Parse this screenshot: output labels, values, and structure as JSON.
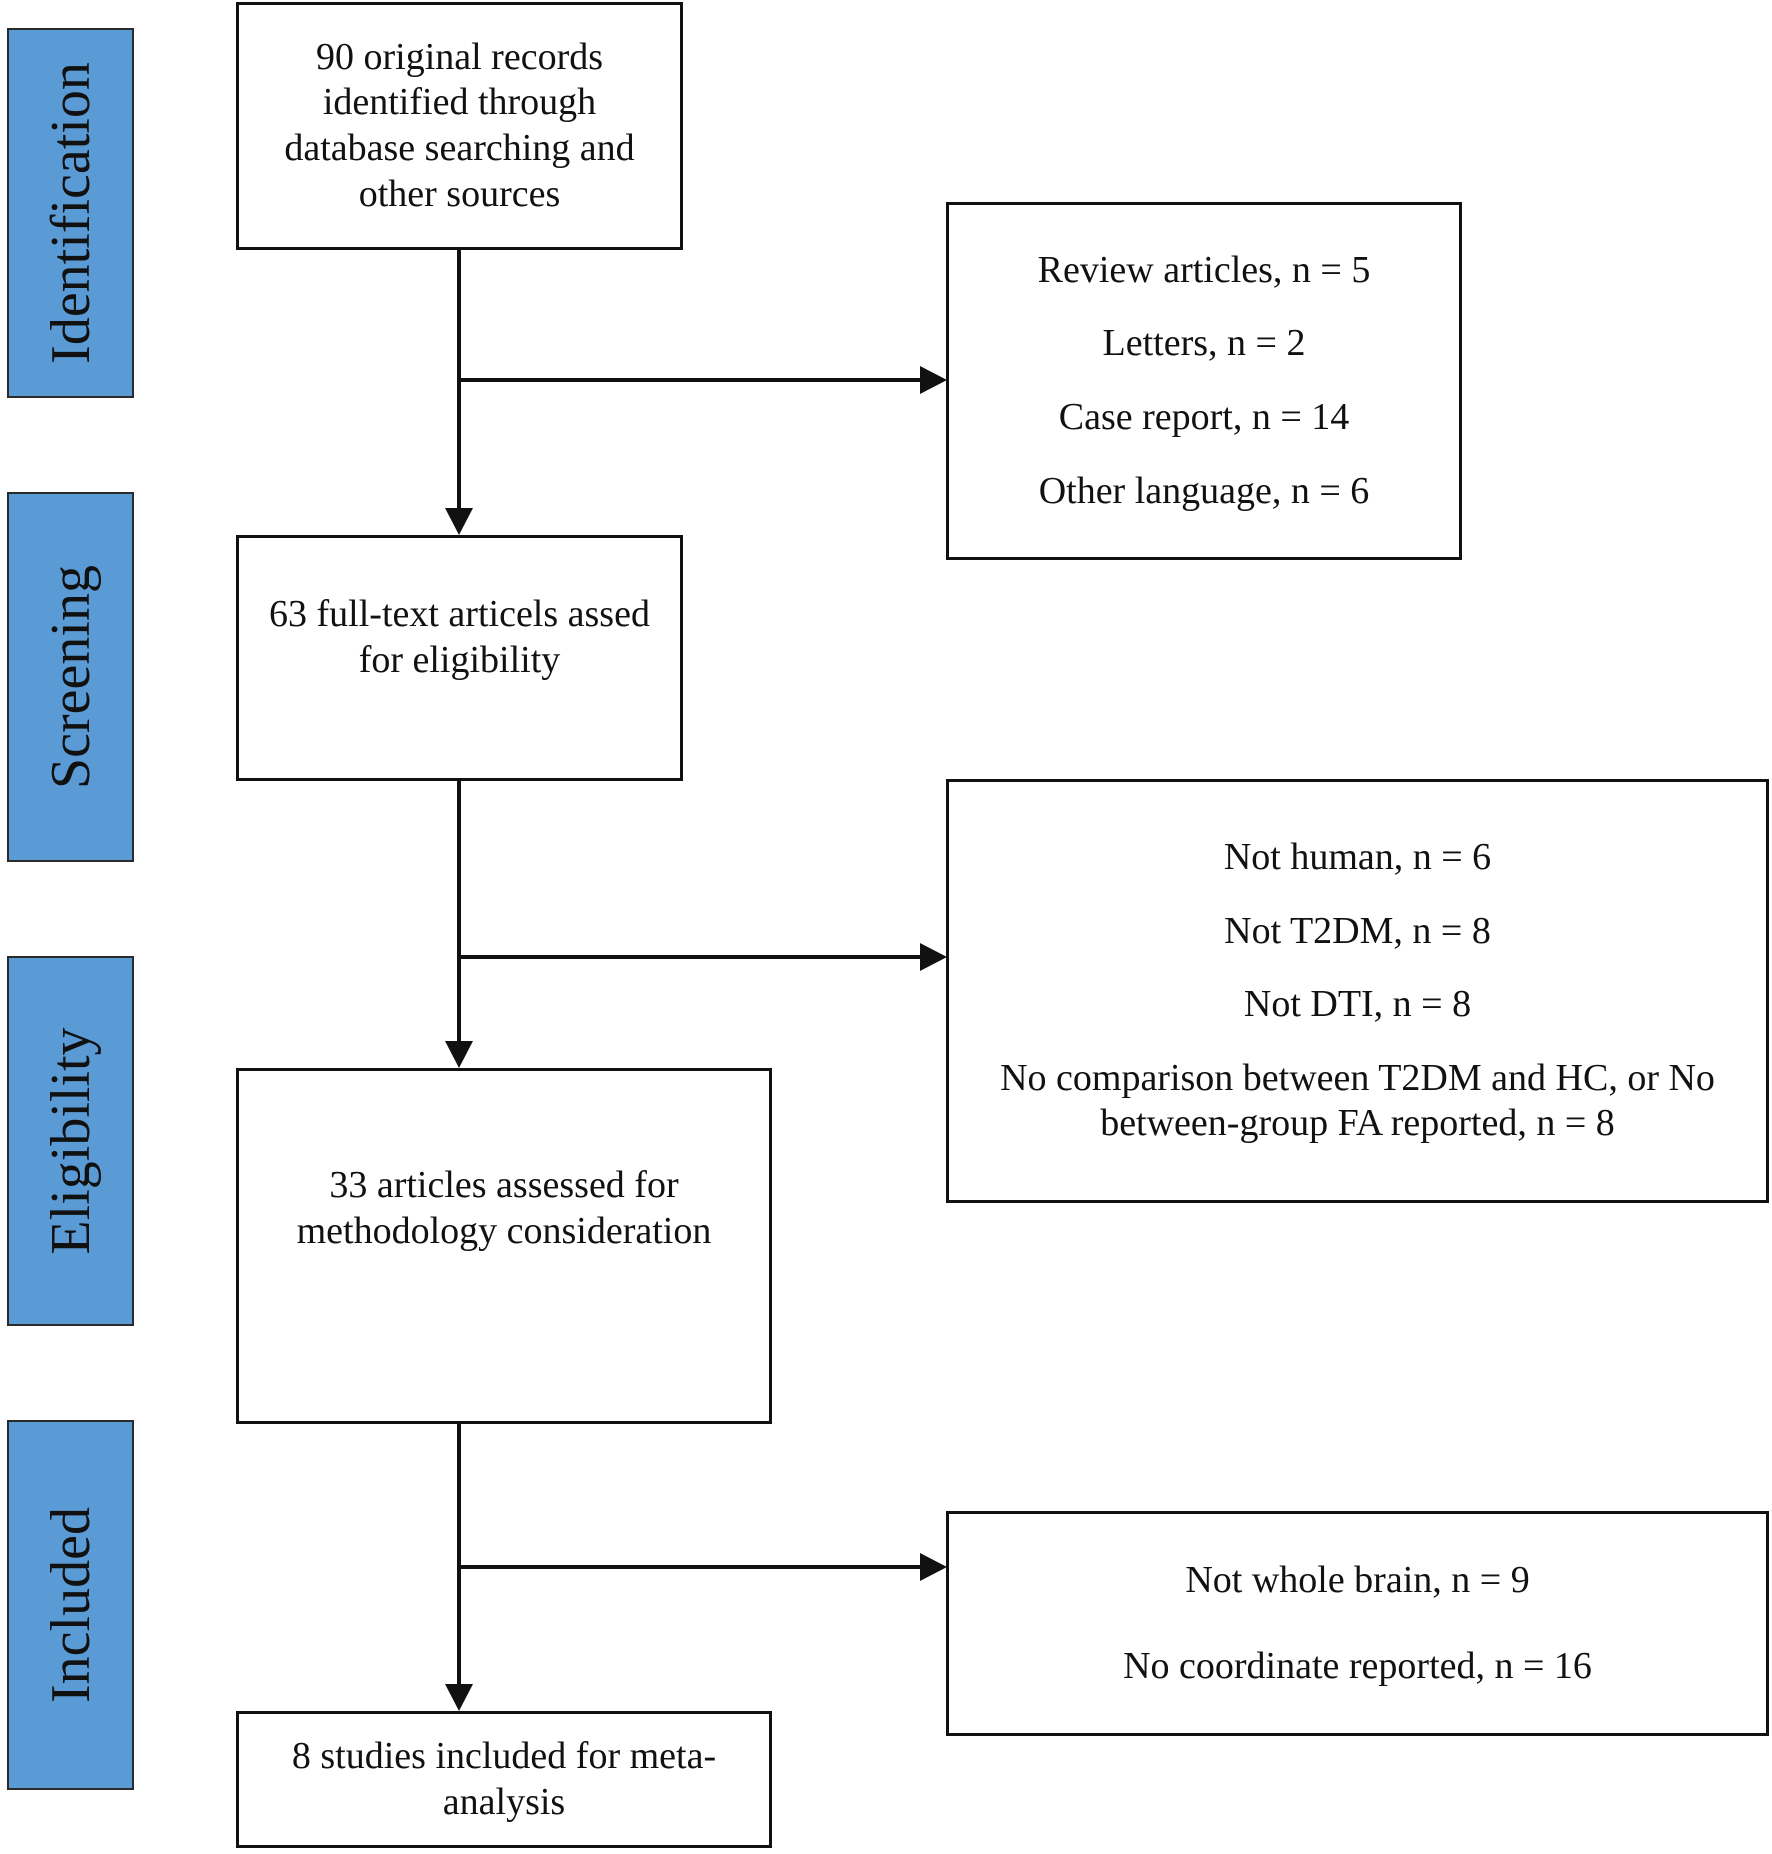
{
  "stages": {
    "identification": "Identification",
    "screening": "Screening",
    "eligibility": "Eligibility",
    "included": "Included"
  },
  "boxes": {
    "records": "90 original records\nidentified through\ndatabase searching and\nother sources",
    "full_text": "63 full-text articels assed\nfor eligibility",
    "methodology": "33 articles assessed for\nmethodology consideration",
    "included": "8 studies included for meta-\nanalysis"
  },
  "exclusions": {
    "first": [
      "Review articles, n = 5",
      "Letters, n = 2",
      "Case report, n = 14",
      "Other language, n = 6"
    ],
    "second": [
      "Not human, n = 6",
      "Not T2DM, n = 8",
      "Not DTI, n = 8",
      "No comparison between T2DM and HC, or No\nbetween-group FA reported, n = 8"
    ],
    "third": [
      "Not whole brain, n = 9",
      "No coordinate reported, n = 16"
    ]
  }
}
